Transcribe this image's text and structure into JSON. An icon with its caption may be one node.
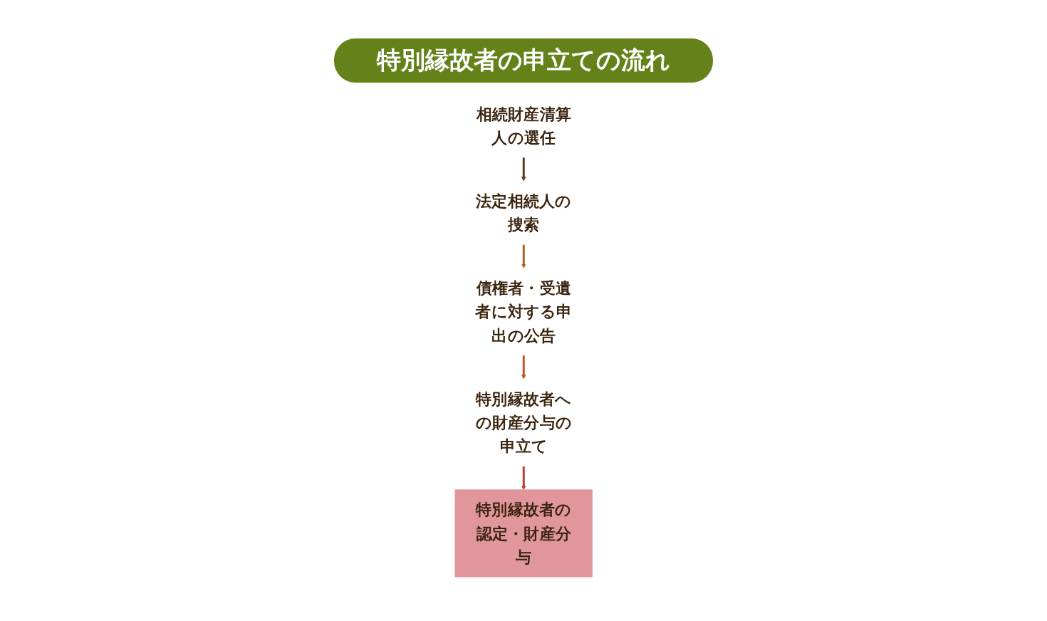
{
  "diagram": {
    "title": "特別縁故者の申立ての流れ",
    "nodes": [
      {
        "text": [
          "相続財産清算人の選任"
        ]
      },
      {
        "text": [
          "法定相続人の捜索"
        ]
      },
      {
        "text": [
          "債権者・受遺者に対する申出の公告"
        ]
      },
      {
        "text": [
          "特別縁故者への財産分与の申立て"
        ]
      },
      {
        "text": [
          "特別縁故者の認定・財産分与"
        ]
      }
    ],
    "edges": [
      {
        "from": 0,
        "to": 1,
        "arrow": "to",
        "color": "#653a1a"
      },
      {
        "from": 1,
        "to": 2,
        "arrow": "to",
        "color": "#b35f1e"
      },
      {
        "from": 2,
        "to": 3,
        "arrow": "to",
        "color": "#c4521c"
      },
      {
        "from": 3,
        "to": 4,
        "arrow": "to",
        "color": "#c0392f"
      }
    ]
  }
}
